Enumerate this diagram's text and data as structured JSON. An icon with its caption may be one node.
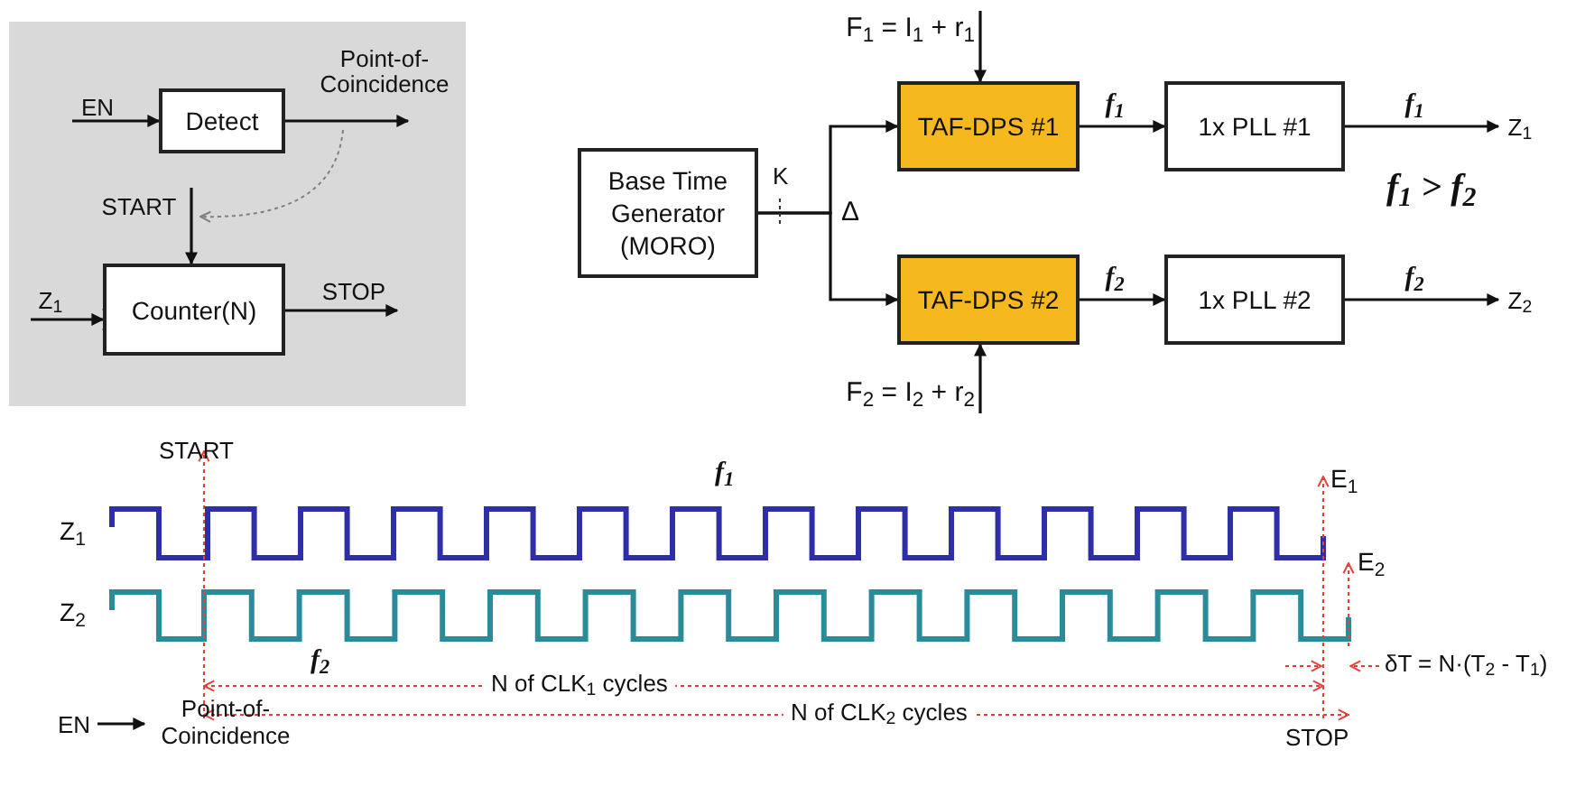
{
  "diagram": {
    "nodes": [
      {
        "text": [],
        "shape": "box"
      },
      {
        "text": [
          "Detect"
        ],
        "in": 0
      },
      {
        "text": [
          "Counter(N)"
        ],
        "in": 0
      },
      {
        "text": [
          "EN"
        ],
        "in": 0
      },
      {
        "text": [
          "Point-of-Coincidence"
        ],
        "in": 0
      },
      {
        "text": [
          "START"
        ],
        "in": 0
      },
      {
        "text": [
          "Z$_{1}$"
        ],
        "in": 0
      },
      {
        "text": [
          "STOP"
        ],
        "in": 0
      },
      {
        "text": [
          "Base Time Generator (MORO)"
        ]
      },
      {
        "text": [
          "TAF-DPS #1"
        ]
      },
      {
        "text": [
          "TAF-DPS #2"
        ]
      },
      {
        "text": [
          "1x PLL #1"
        ]
      },
      {
        "text": [
          "1x PLL #2"
        ]
      },
      {
        "text": [
          "F$_{1}$ = I$_{1}$ + r$_{1}$"
        ]
      },
      {
        "text": [
          "F$_{2}$ = I$_{2}$ + r$_{2}$"
        ]
      },
      {
        "text": [
          "Z$_{1}$"
        ]
      },
      {
        "text": [
          "Z$_{2}$"
        ]
      },
      {
        "text": [
          "EN"
        ]
      },
      {
        "text": [
          "Point-of-Coincidence"
        ]
      }
    ],
    "edges": [
      {
        "from": 3,
        "to": 1,
        "arrow": "to"
      },
      {
        "from": 1,
        "to": 4,
        "arrow": "to"
      },
      {
        "from": 4,
        "to": 5,
        "arrow": "to",
        "style": "dashed",
        "color": "#808080"
      },
      {
        "from": 5,
        "to": 2,
        "arrow": "to"
      },
      {
        "from": 6,
        "to": 2,
        "arrow": "to"
      },
      {
        "from": 2,
        "to": 7,
        "arrow": "to"
      },
      {
        "from": 8,
        "to": 9,
        "arrow": "to"
      },
      {
        "from": 8,
        "to": 10,
        "arrow": "to"
      },
      {
        "from": 13,
        "to": 9,
        "arrow": "to"
      },
      {
        "from": 14,
        "to": 10,
        "arrow": "to"
      },
      {
        "from": 9,
        "to": 11,
        "arrow": "to",
        "label": "*f*$_{1}$"
      },
      {
        "from": 10,
        "to": 12,
        "arrow": "to",
        "label": "*f*$_{2}$"
      },
      {
        "from": 11,
        "to": 15,
        "arrow": "to",
        "label": "*f*$_{1}$"
      },
      {
        "from": 12,
        "to": 16,
        "arrow": "to",
        "label": "*f*$_{2}$"
      },
      {
        "from": 17,
        "to": 18,
        "arrow": "to"
      }
    ],
    "labels": [
      "K",
      "Δ",
      "*f*$_{1}$ > *f*$_{2}$",
      "START",
      "*f*$_{1}$",
      "Z$_{1}$",
      "Z$_{2}$",
      "E$_{1}$",
      "E$_{2}$",
      "*f*$_{2}$",
      "δT = N·(T$_{2}$ - T$_{1}$)",
      "N of CLK$_{1}$ cycles",
      "N of CLK$_{2}$ cycles",
      "STOP"
    ]
  }
}
